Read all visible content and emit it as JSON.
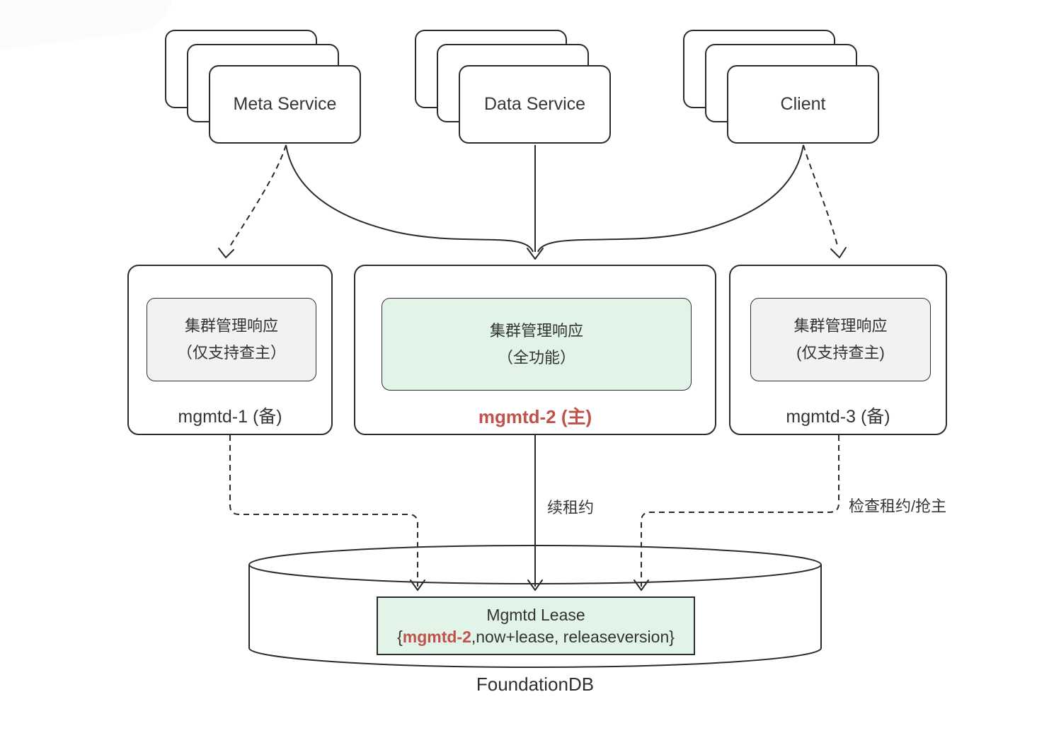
{
  "diagram": {
    "services": [
      {
        "label": "Meta Service"
      },
      {
        "label": "Data Service"
      },
      {
        "label": "Client"
      }
    ],
    "mgmtd_nodes": [
      {
        "response_line1": "集群管理响应",
        "response_line2": "（仅支持查主）",
        "label": "mgmtd-1 (备)"
      },
      {
        "response_line1": "集群管理响应",
        "response_line2": "（全功能）",
        "label": "mgmtd-2 (主)"
      },
      {
        "response_line1": "集群管理响应",
        "response_line2": "(仅支持查主)",
        "label": "mgmtd-3 (备)"
      }
    ],
    "edge_labels": {
      "renew_lease": "续租约",
      "check_lease": "检查租约/抢主"
    },
    "database": {
      "label": "FoundationDB",
      "lease_title": "Mgmtd Lease",
      "lease_value_open": "{",
      "lease_value_leader": "mgmtd-2",
      "lease_value_rest": ",now+lease, releaseversion}"
    },
    "colors": {
      "stroke": "#2b2b2b",
      "text": "#363636",
      "primary_red": "#c0524e",
      "green_fill": "#e2f3e7",
      "gray_fill": "#f2f2f2"
    }
  }
}
